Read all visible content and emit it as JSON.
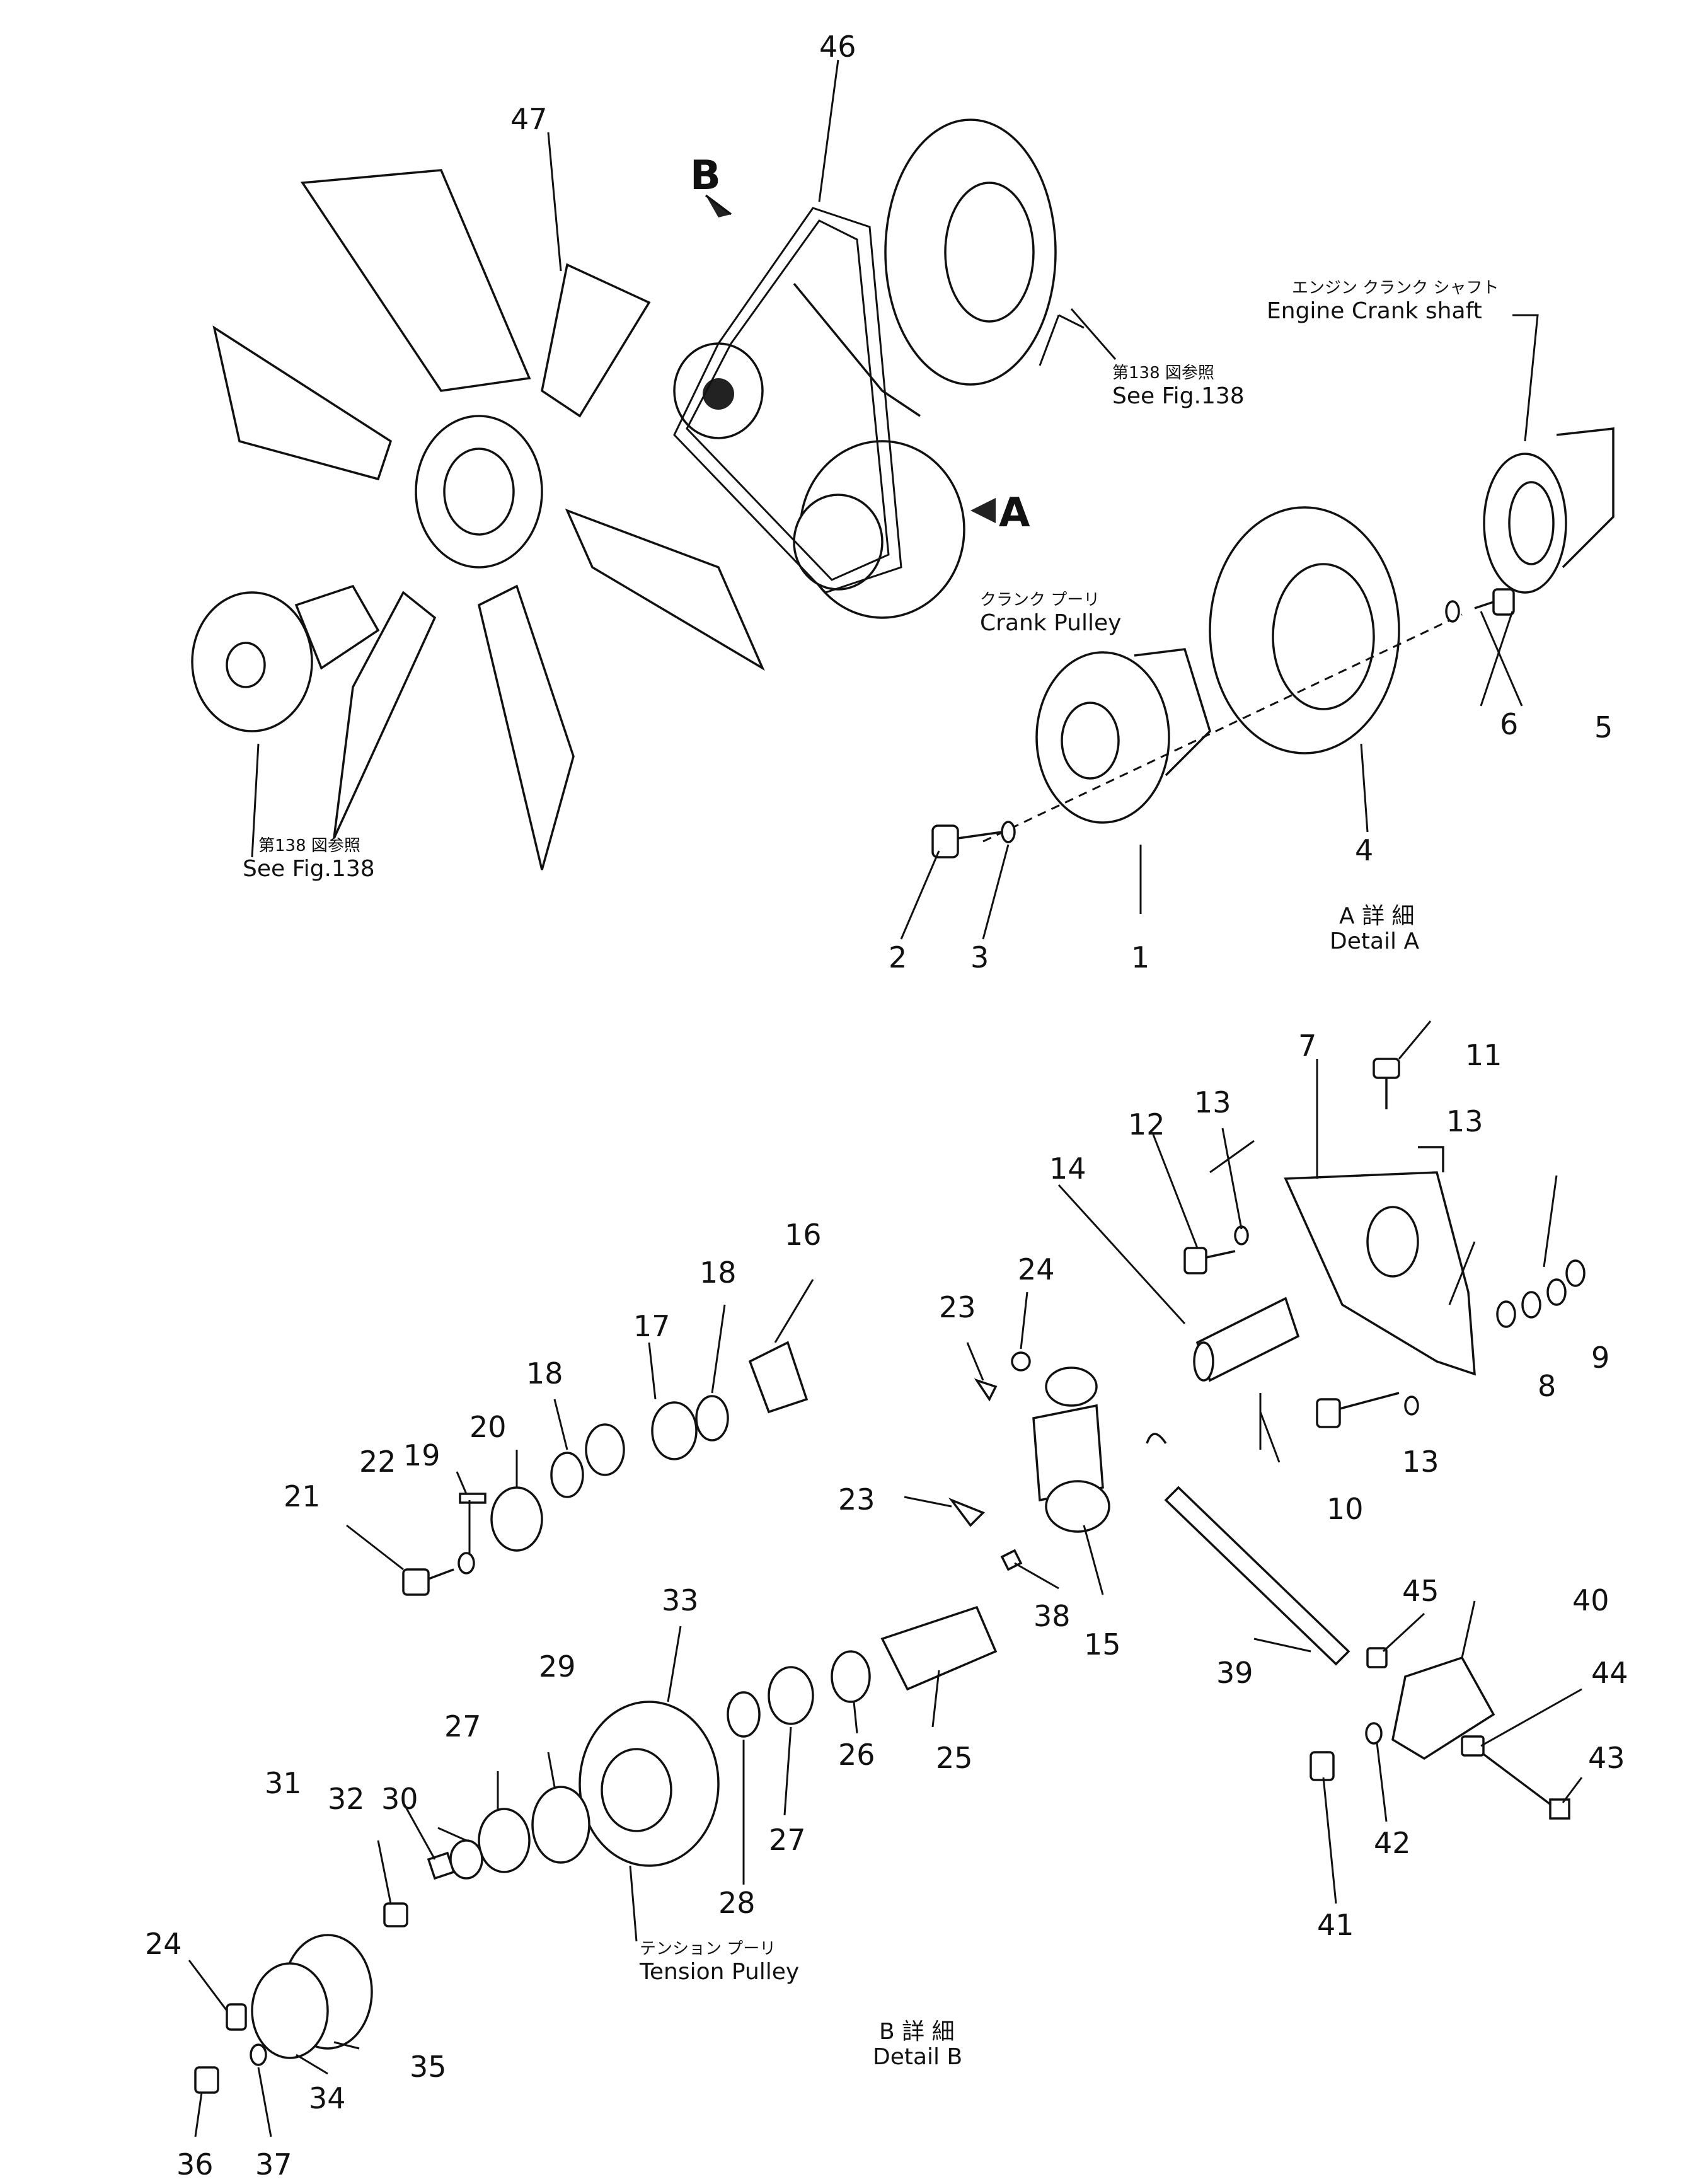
{
  "arrow_labels": {
    "a": "A",
    "b": "B"
  },
  "captions": {
    "fig138_left_jp": "第138 図参照",
    "fig138_left_en": "See Fig.138",
    "fig138_right_jp": "第138 図参照",
    "fig138_right_en": "See Fig.138",
    "crank_shaft_jp": "エンジン クランク シャフト",
    "crank_shaft_en": "Engine Crank shaft",
    "crank_pulley_jp": "クランク プーリ",
    "crank_pulley_en": "Crank Pulley",
    "tension_pulley_jp": "テンション プーリ",
    "tension_pulley_en": "Tension Pulley",
    "detail_a_jp": "A 詳 細",
    "detail_a_en": "Detail A",
    "detail_b_jp": "B 詳 細",
    "detail_b_en": "Detail B"
  },
  "part_numbers": {
    "p1": "1",
    "p2": "2",
    "p3": "3",
    "p4": "4",
    "p5": "5",
    "p6": "6",
    "p7": "7",
    "p8": "8",
    "p9": "9",
    "p10": "10",
    "p11": "11",
    "p12": "12",
    "p13a": "13",
    "p13b": "13",
    "p13c": "13",
    "p14": "14",
    "p15": "15",
    "p16": "16",
    "p17": "17",
    "p18a": "18",
    "p18b": "18",
    "p19": "19",
    "p20": "20",
    "p21": "21",
    "p22": "22",
    "p23a": "23",
    "p23b": "23",
    "p24a": "24",
    "p24b": "24",
    "p25": "25",
    "p26": "26",
    "p27a": "27",
    "p27b": "27",
    "p28": "28",
    "p29": "29",
    "p30": "30",
    "p31": "31",
    "p32": "32",
    "p33": "33",
    "p34": "34",
    "p35": "35",
    "p36": "36",
    "p37": "37",
    "p38": "38",
    "p39": "39",
    "p40": "40",
    "p41": "41",
    "p42": "42",
    "p43": "43",
    "p44": "44",
    "p45": "45",
    "p46": "46",
    "p47": "47"
  }
}
